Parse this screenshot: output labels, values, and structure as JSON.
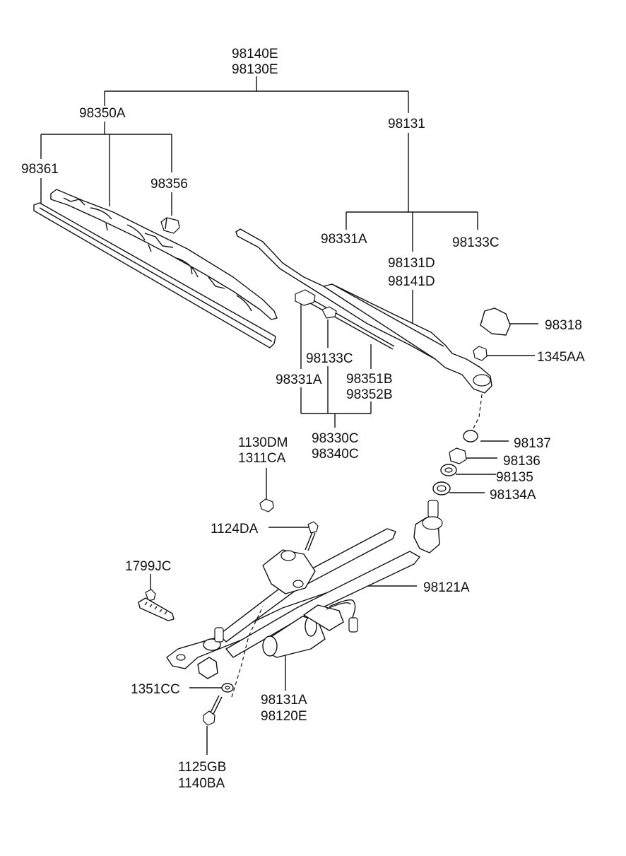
{
  "labels": {
    "p98140E": "98140E",
    "p98130E": "98130E",
    "p98350A": "98350A",
    "p98131": "98131",
    "p98361": "98361",
    "p98356": "98356",
    "p98331A_top": "98331A",
    "p98133C_top": "98133C",
    "p98131D": "98131D",
    "p98141D": "98141D",
    "p98318": "98318",
    "p1345AA": "1345AA",
    "p98133C_mid": "98133C",
    "p98331A_mid": "98331A",
    "p98351B": "98351B",
    "p98352B": "98352B",
    "p98330C": "98330C",
    "p98340C": "98340C",
    "p1130DM": "1130DM",
    "p1311CA": "1311CA",
    "p98137": "98137",
    "p98136": "98136",
    "p98135": "98135",
    "p98134A": "98134A",
    "p1124DA": "1124DA",
    "p1799JC": "1799JC",
    "p98121A": "98121A",
    "p1351CC": "1351CC",
    "p98131A": "98131A",
    "p98120E": "98120E",
    "p1125GB": "1125GB",
    "p1140BA": "1140BA"
  },
  "icons": {
    "wiper_blade": "wiper-blade-icon",
    "wiper_arm": "wiper-arm-icon",
    "linkage": "wiper-linkage-icon",
    "motor": "wiper-motor-icon"
  }
}
